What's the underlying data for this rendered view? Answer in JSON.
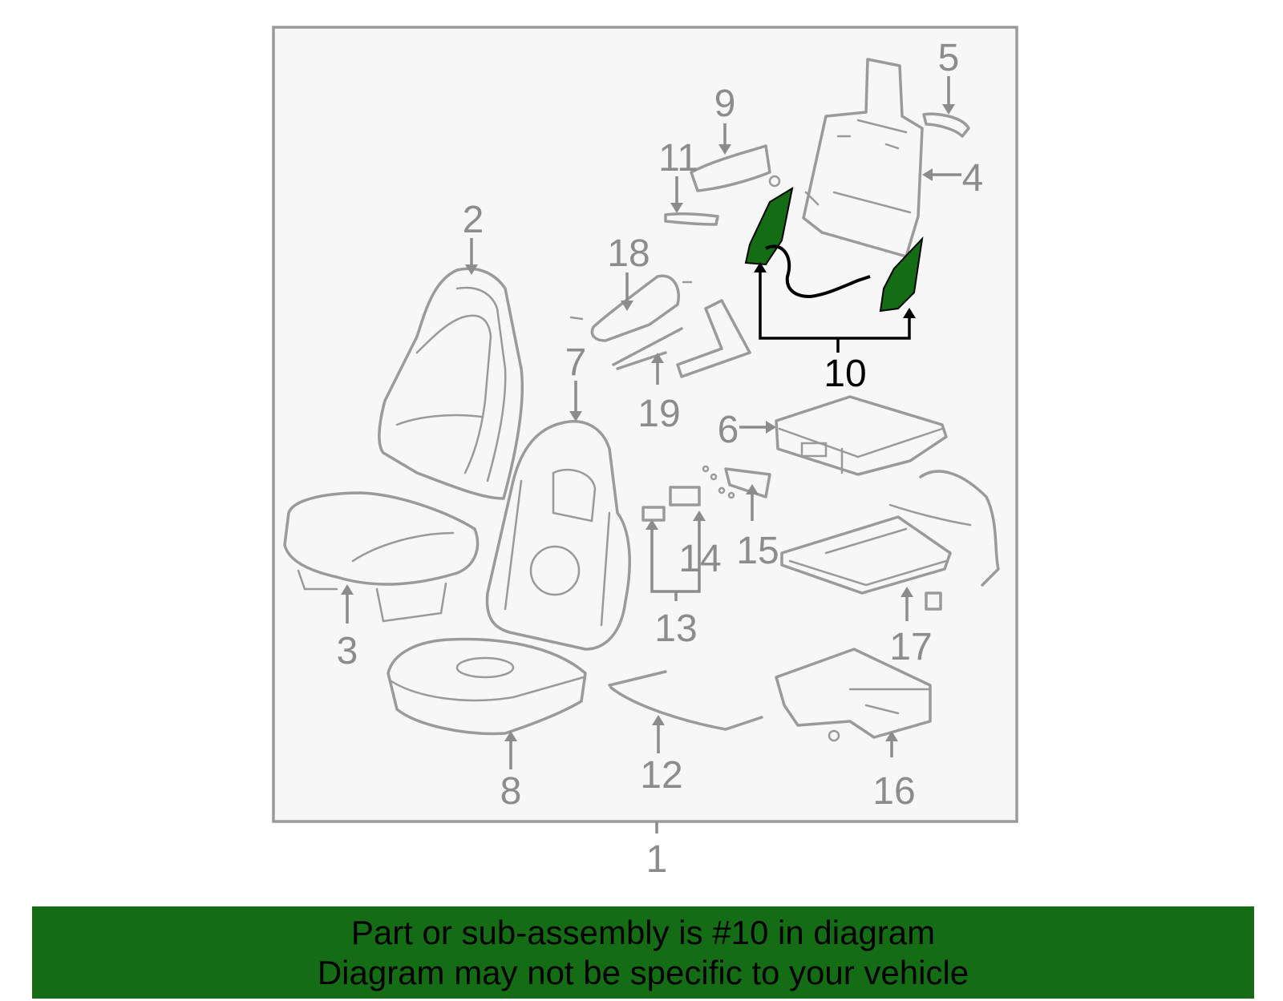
{
  "diagram": {
    "callouts": [
      {
        "id": "1",
        "label": "1"
      },
      {
        "id": "2",
        "label": "2"
      },
      {
        "id": "3",
        "label": "3"
      },
      {
        "id": "4",
        "label": "4"
      },
      {
        "id": "5",
        "label": "5"
      },
      {
        "id": "6",
        "label": "6"
      },
      {
        "id": "7",
        "label": "7"
      },
      {
        "id": "8",
        "label": "8"
      },
      {
        "id": "9",
        "label": "9"
      },
      {
        "id": "10",
        "label": "10"
      },
      {
        "id": "11",
        "label": "11"
      },
      {
        "id": "12",
        "label": "12"
      },
      {
        "id": "13",
        "label": "13"
      },
      {
        "id": "14",
        "label": "14"
      },
      {
        "id": "15",
        "label": "15"
      },
      {
        "id": "16",
        "label": "16"
      },
      {
        "id": "17",
        "label": "17"
      },
      {
        "id": "18",
        "label": "18"
      },
      {
        "id": "19",
        "label": "19"
      }
    ],
    "highlighted_part": "10",
    "colors": {
      "line_art": "#9a9a9a",
      "highlight_fill": "#146c14",
      "highlight_stroke": "#000000",
      "frame_bg": "#f7f7f7",
      "banner_bg": "#146c14"
    }
  },
  "banner": {
    "line1": "Part or sub-assembly is #10 in diagram",
    "line2": "Diagram may not be specific to your vehicle"
  }
}
